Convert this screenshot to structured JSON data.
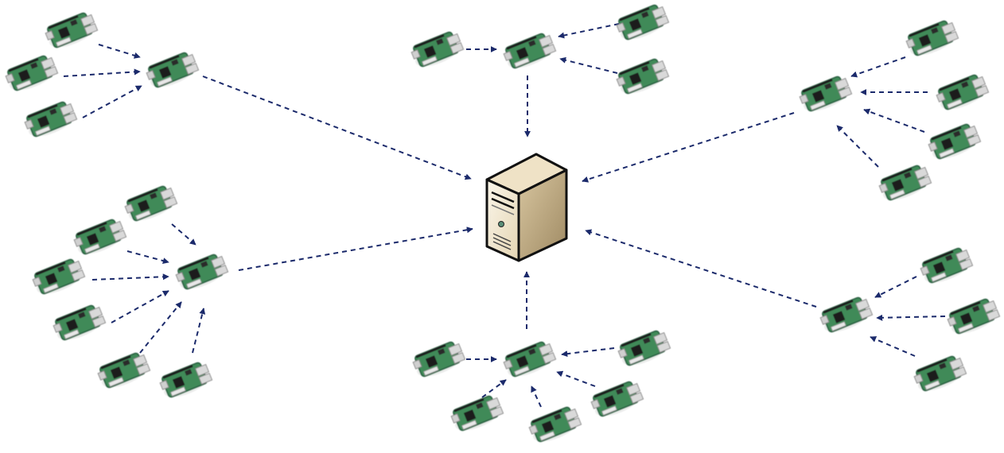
{
  "diagram": {
    "type": "hierarchical network topology",
    "center": {
      "icon": "server-tower-icon"
    },
    "device_icon": "raspberry-pi-board-icon",
    "colors": {
      "arrow": "#1b2a6b",
      "board": "#3f8a58",
      "board_dark": "#24593a",
      "port_metal": "#d9d9d9",
      "server_face": "#f3e9d2",
      "server_side": "#c9b48d"
    },
    "clusters": [
      {
        "id": "top-left",
        "leaf_count": 3
      },
      {
        "id": "top-center",
        "leaf_count": 3
      },
      {
        "id": "top-right",
        "leaf_count": 4
      },
      {
        "id": "mid-left",
        "leaf_count": 6
      },
      {
        "id": "bottom-center",
        "leaf_count": 5
      },
      {
        "id": "bottom-right",
        "leaf_count": 3
      }
    ]
  }
}
